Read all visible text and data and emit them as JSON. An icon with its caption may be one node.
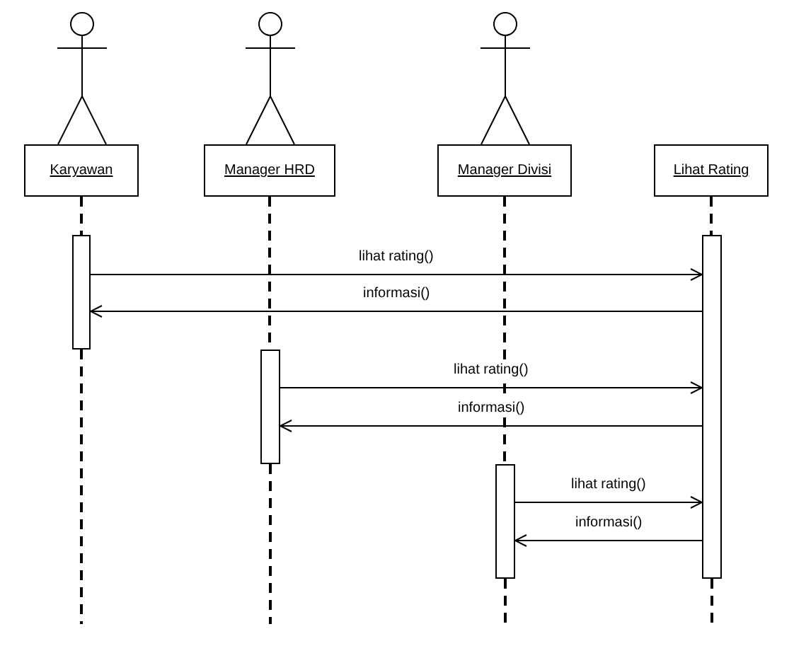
{
  "diagram": {
    "nodes": [
      {
        "text": [
          "Karyawan"
        ]
      },
      {
        "text": [
          "Manager HRD"
        ]
      },
      {
        "text": [
          "Manager Divisi"
        ]
      },
      {
        "text": [
          "Lihat Rating"
        ]
      },
      {
        "text": [],
        "shape": "bar"
      },
      {
        "text": [],
        "shape": "bar"
      },
      {
        "text": [],
        "shape": "bar"
      },
      {
        "text": [],
        "shape": "bar"
      }
    ],
    "edges": [
      {
        "from": 4,
        "to": 5,
        "arrow": "to",
        "label": "lihat rating()"
      },
      {
        "from": 5,
        "to": 4,
        "arrow": "to",
        "label": "informasi()"
      },
      {
        "from": 6,
        "to": 5,
        "arrow": "to",
        "label": "lihat rating()"
      },
      {
        "from": 5,
        "to": 6,
        "arrow": "to",
        "label": "informasi()"
      },
      {
        "from": 7,
        "to": 5,
        "arrow": "to",
        "label": "lihat rating()"
      },
      {
        "from": 5,
        "to": 7,
        "arrow": "to",
        "label": "informasi()"
      },
      {
        "from": 0,
        "to": 4,
        "arrow": "none",
        "style": "dashed"
      },
      {
        "from": 4,
        "to": null,
        "arrow": "none",
        "style": "dashed"
      },
      {
        "from": 1,
        "to": 6,
        "arrow": "none",
        "style": "dashed"
      },
      {
        "from": 6,
        "to": null,
        "arrow": "none",
        "style": "dashed"
      },
      {
        "from": 2,
        "to": 7,
        "arrow": "none",
        "style": "dashed"
      },
      {
        "from": 7,
        "to": null,
        "arrow": "none",
        "style": "dashed"
      },
      {
        "from": 3,
        "to": 5,
        "arrow": "none",
        "style": "dashed"
      },
      {
        "from": 5,
        "to": null,
        "arrow": "none",
        "style": "dashed"
      }
    ]
  }
}
